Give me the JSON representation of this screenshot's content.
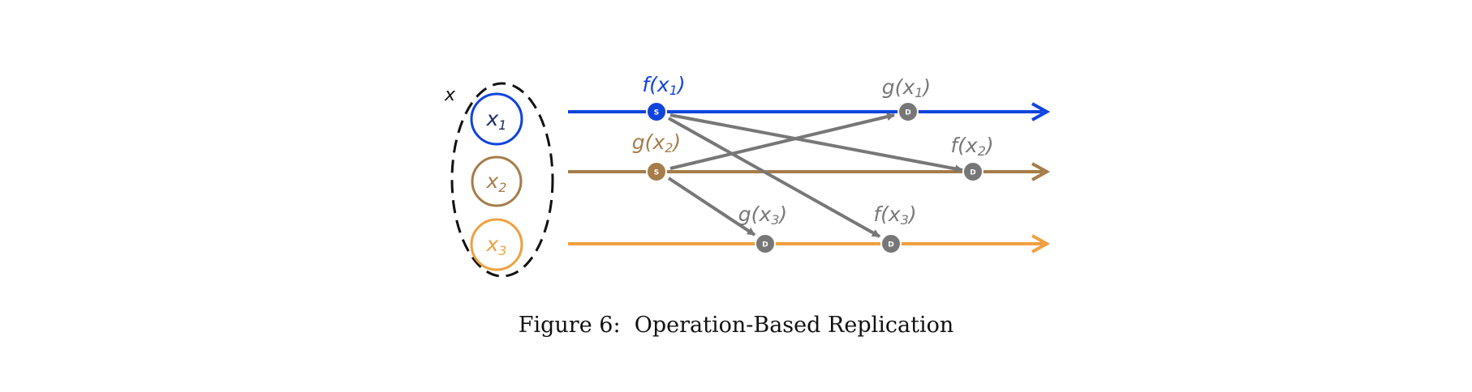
{
  "colors": {
    "x1": "#1144dd",
    "x2": "#a67c4a",
    "x3": "#f0a040",
    "arrow": "#777777",
    "ellipse": "#111111"
  },
  "state": {
    "set_label": "x",
    "elements": [
      {
        "base": "x",
        "sub": "1"
      },
      {
        "base": "x",
        "sub": "2"
      },
      {
        "base": "x",
        "sub": "3"
      }
    ]
  },
  "nodes": {
    "source_letter": "S",
    "dest_letter": "D"
  },
  "labels": {
    "f_x1": {
      "fn": "f",
      "arg": "x",
      "sub": "1"
    },
    "g_x1": {
      "fn": "g",
      "arg": "x",
      "sub": "1"
    },
    "g_x2": {
      "fn": "g",
      "arg": "x",
      "sub": "2"
    },
    "f_x2": {
      "fn": "f",
      "arg": "x",
      "sub": "2"
    },
    "g_x3": {
      "fn": "g",
      "arg": "x",
      "sub": "3"
    },
    "f_x3": {
      "fn": "f",
      "arg": "x",
      "sub": "3"
    }
  },
  "caption": {
    "prefix": "Figure 6:",
    "title": "Operation-Based Replication"
  }
}
